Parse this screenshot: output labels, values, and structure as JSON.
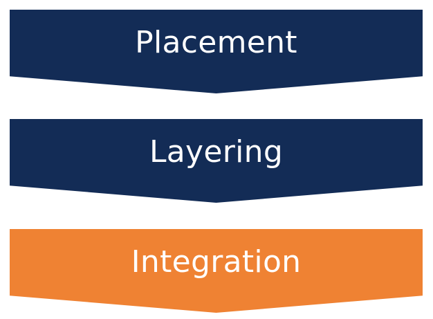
{
  "steps": [
    {
      "label": "Placement",
      "color": "#132c56"
    },
    {
      "label": "Layering",
      "color": "#132c56"
    },
    {
      "label": "Integration",
      "color": "#ef8233"
    }
  ]
}
